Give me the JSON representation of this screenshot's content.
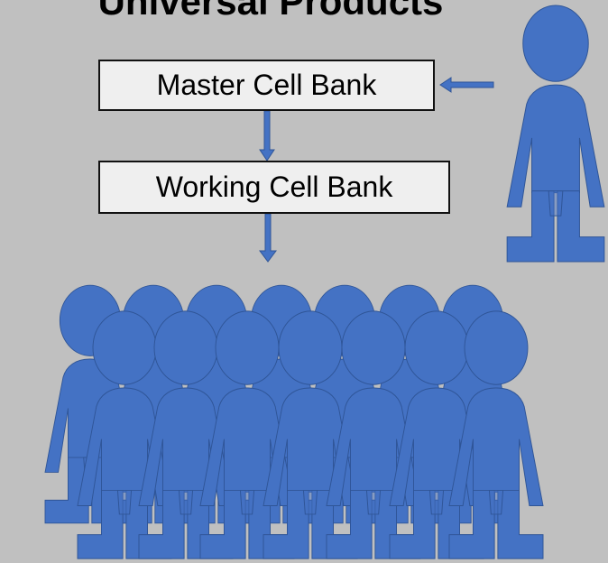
{
  "title": "Universal Products",
  "boxes": {
    "master": "Master Cell Bank",
    "working": "Working Cell Bank"
  },
  "colors": {
    "background": "#c0c0c0",
    "figure_fill": "#4472c4",
    "figure_stroke": "#2f5597",
    "box_fill": "#efefef"
  },
  "icons": {
    "donor": "person-icon",
    "crowd": "person-icon"
  }
}
